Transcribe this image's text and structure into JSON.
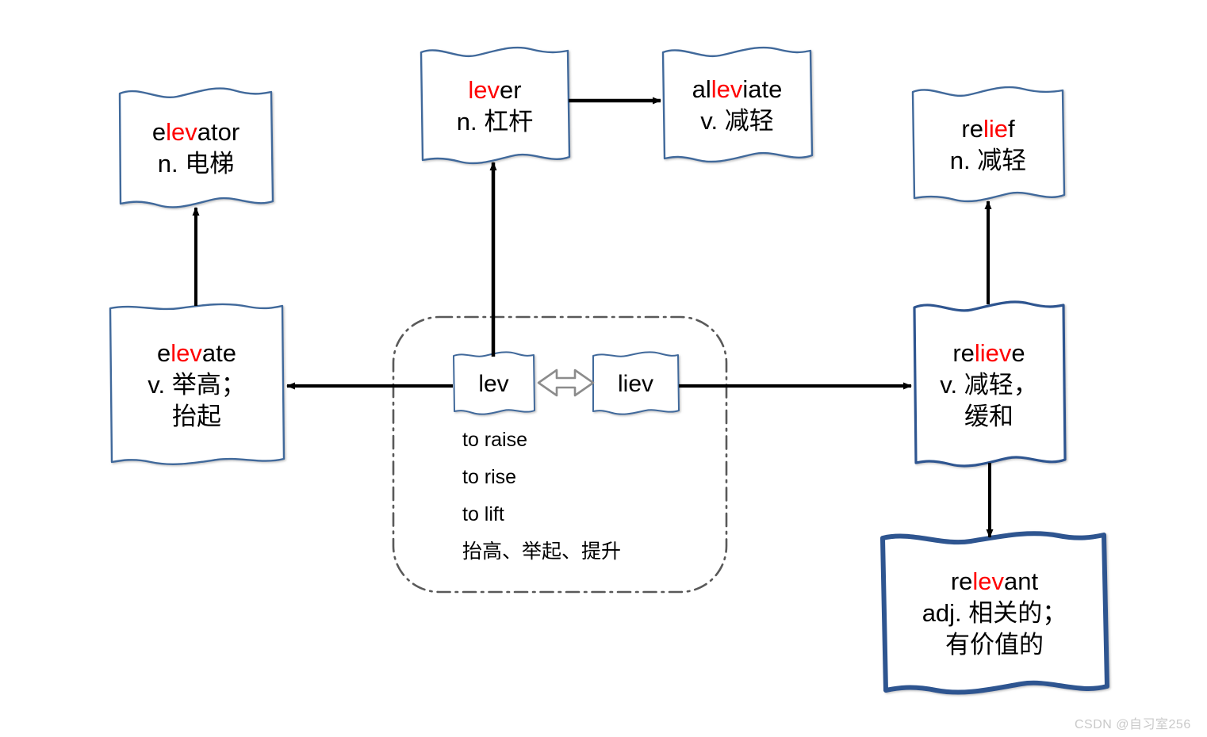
{
  "diagram": {
    "title": "lev / liev word root map",
    "colors": {
      "highlight": "#FF0000",
      "box_border": "#41699B",
      "box_border_thick": "#2E5590",
      "arrow": "#000000",
      "root_arrow": "#808080",
      "group_border": "#595959",
      "watermark": "#C9C9C9",
      "background": "#FFFFFF"
    },
    "watermark": "CSDN @自习室256",
    "nodes": [
      {
        "id": "elevator",
        "word_parts": [
          {
            "text": "e",
            "highlight": false
          },
          {
            "text": "lev",
            "highlight": true
          },
          {
            "text": "ator",
            "highlight": false
          }
        ],
        "word": "elevator",
        "gloss": "n. 电梯"
      },
      {
        "id": "lever",
        "word_parts": [
          {
            "text": "lev",
            "highlight": true
          },
          {
            "text": "er",
            "highlight": false
          }
        ],
        "word": "lever",
        "gloss": "n. 杠杆"
      },
      {
        "id": "alleviate",
        "word_parts": [
          {
            "text": "al",
            "highlight": false
          },
          {
            "text": "lev",
            "highlight": true
          },
          {
            "text": "iate",
            "highlight": false
          }
        ],
        "word": "alleviate",
        "gloss": "v. 减轻"
      },
      {
        "id": "relief",
        "word_parts": [
          {
            "text": "re",
            "highlight": false
          },
          {
            "text": "lie",
            "highlight": true
          },
          {
            "text": "f",
            "highlight": false
          }
        ],
        "word": "relief",
        "gloss": "n. 减轻"
      },
      {
        "id": "elevate",
        "word_parts": [
          {
            "text": "e",
            "highlight": false
          },
          {
            "text": "lev",
            "highlight": true
          },
          {
            "text": "ate",
            "highlight": false
          }
        ],
        "word": "elevate",
        "gloss_line1": "v. 举高；",
        "gloss_line2": "抬起"
      },
      {
        "id": "relieve",
        "word_parts": [
          {
            "text": "re",
            "highlight": false
          },
          {
            "text": "liev",
            "highlight": true
          },
          {
            "text": "e",
            "highlight": false
          }
        ],
        "word": "relieve",
        "gloss_line1": "v. 减轻，",
        "gloss_line2": "缓和"
      },
      {
        "id": "relevant",
        "word_parts": [
          {
            "text": "re",
            "highlight": false
          },
          {
            "text": "lev",
            "highlight": true
          },
          {
            "text": "ant",
            "highlight": false
          }
        ],
        "word": "relevant",
        "gloss_line1": "adj. 相关的；",
        "gloss_line2": "有价值的"
      }
    ],
    "root_group": {
      "root_a": "lev",
      "root_b": "liev",
      "meanings": [
        "to raise",
        "to rise",
        "to lift",
        "抬高、举起、提升"
      ]
    },
    "edges": [
      {
        "from": "elevate",
        "to": "elevator",
        "direction": "up"
      },
      {
        "from": "lev",
        "to": "lever",
        "direction": "up"
      },
      {
        "from": "lever",
        "to": "alleviate",
        "direction": "right"
      },
      {
        "from": "root_group",
        "to": "elevate",
        "direction": "left"
      },
      {
        "from": "liev",
        "to": "relieve",
        "direction": "right"
      },
      {
        "from": "relieve",
        "to": "relief",
        "direction": "up"
      },
      {
        "from": "relieve",
        "to": "relevant",
        "direction": "down"
      },
      {
        "from": "lev",
        "to": "liev",
        "direction": "bidirectional"
      }
    ]
  }
}
